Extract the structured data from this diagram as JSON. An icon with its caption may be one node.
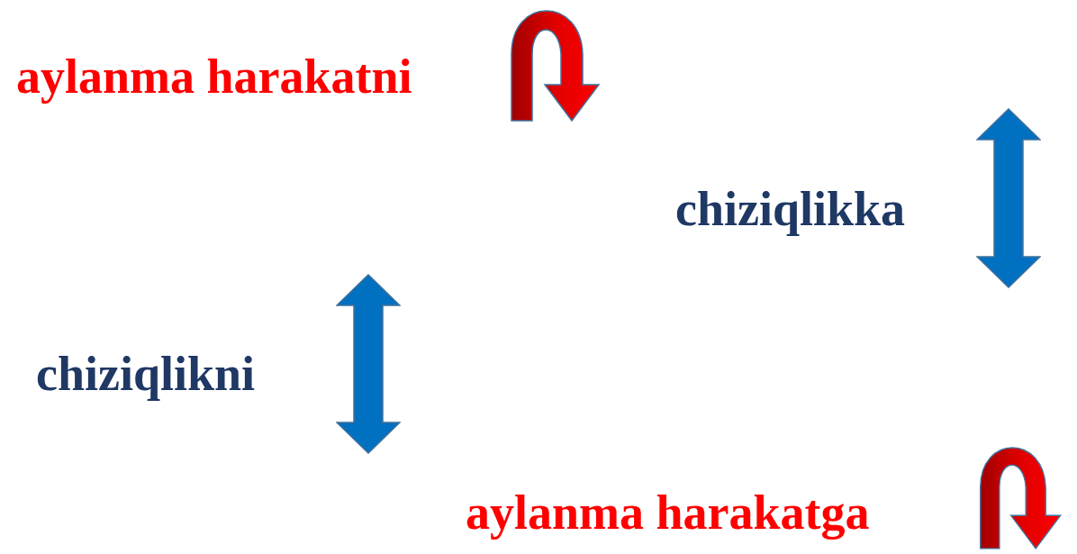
{
  "diagram": {
    "labels": [
      "aylanma harakatni",
      "chiziqlikka",
      "chiziqlikni",
      "aylanma harakatga"
    ]
  }
}
